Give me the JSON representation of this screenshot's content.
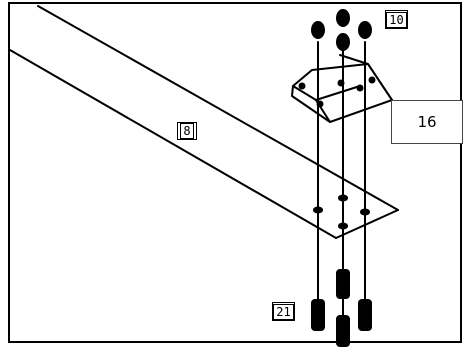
{
  "callouts": {
    "part_8": "8",
    "part_10": "10",
    "part_16": "16",
    "part_21": "21"
  },
  "colors": {
    "line": "#000000",
    "background": "#ffffff"
  }
}
